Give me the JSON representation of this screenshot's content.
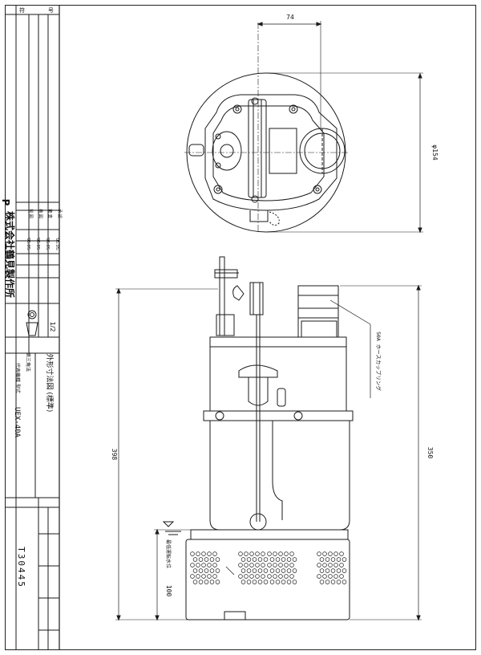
{
  "title_block": {
    "company_name": "株式会社鶴見製作所",
    "company_logo_mark": "P",
    "corner_marks": [
      "符",
      "号"
    ],
    "scale": "1/2",
    "projection_mark": "第三角法",
    "drawing_title": "外形寸法図 (標準)",
    "model_label": "UEX-40A",
    "model_header": "代表機種 型式",
    "drawing_number": "T30445",
    "approval_rows": [
      "製 図",
      "検 図",
      "審 査",
      "承 認"
    ],
    "dates": [
      "'05.05.",
      "'05.05.",
      "'05.05.",
      "'05.05."
    ]
  },
  "dimensions": {
    "top_width": "74",
    "diameter": "φ154",
    "overall_height_left": "398",
    "overall_height_right": "350",
    "bottom_height": "100",
    "bottom_note": "最低運転水位",
    "hose_coupling": "50A ホースカップリング"
  },
  "colors": {
    "line": "#1a1a1a",
    "background": "#ffffff"
  }
}
